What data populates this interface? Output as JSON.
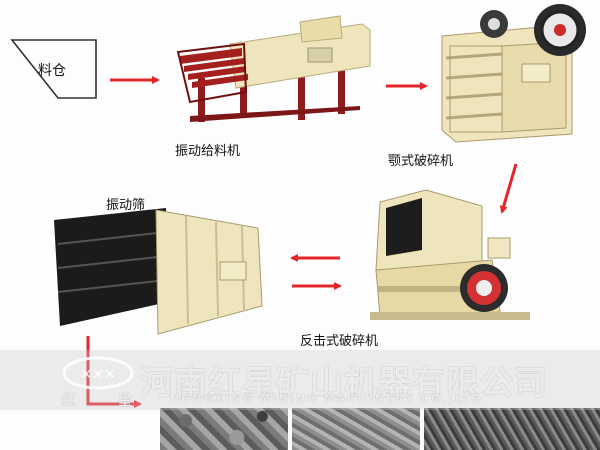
{
  "flow": {
    "silo": "料仓",
    "feeder": "振动给料机",
    "jaw_crusher": "颚式破碎机",
    "impact_crusher": "反击式破碎机",
    "screen": "振动筛"
  },
  "watermark": {
    "company": "河南红星矿山机器有限公司",
    "company_en": "HONGXING MINING MACHINERY CO.,LTD",
    "brand_left": "红",
    "brand_right": "星"
  },
  "colors": {
    "arrow": "#e3262b",
    "machine_body": "#efe5bd",
    "feeder_frame": "#9c2020",
    "screen_deck": "#1b1b1b",
    "flywheel_red": "#d43232"
  }
}
